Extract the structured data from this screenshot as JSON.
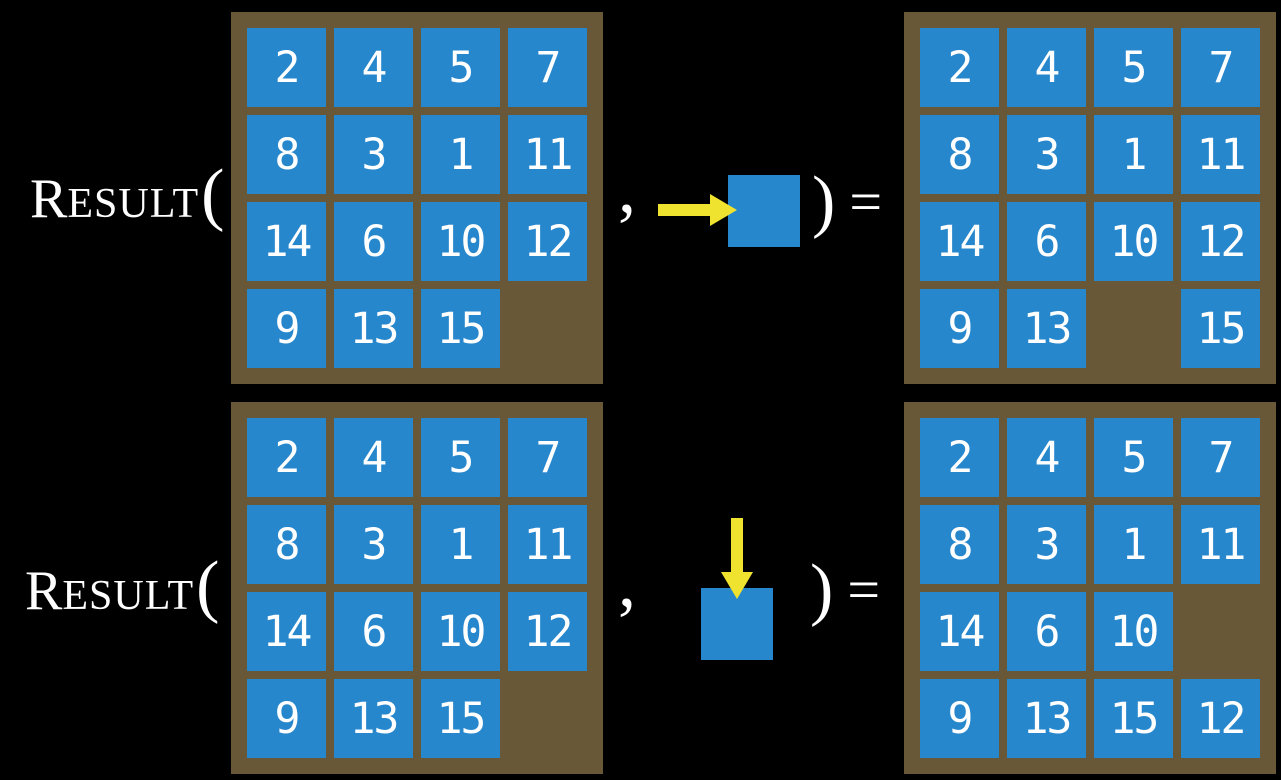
{
  "colors": {
    "background": "#000000",
    "text_white": "#ffffff",
    "tile_blue": "#2787cd",
    "board_brown": "#685838",
    "arrow_yellow": "#efe32f"
  },
  "function": {
    "name_initial": "R",
    "name_rest": "ESULT",
    "open_paren": "(",
    "comma": ",",
    "close_paren": ")",
    "equals": "="
  },
  "rows": [
    {
      "move_direction": "right",
      "start_board": [
        2,
        4,
        5,
        7,
        8,
        3,
        1,
        11,
        14,
        6,
        10,
        12,
        9,
        13,
        15,
        null
      ],
      "result_board": [
        2,
        4,
        5,
        7,
        8,
        3,
        1,
        11,
        14,
        6,
        10,
        12,
        9,
        13,
        null,
        15
      ]
    },
    {
      "move_direction": "down",
      "start_board": [
        2,
        4,
        5,
        7,
        8,
        3,
        1,
        11,
        14,
        6,
        10,
        12,
        9,
        13,
        15,
        null
      ],
      "result_board": [
        2,
        4,
        5,
        7,
        8,
        3,
        1,
        11,
        14,
        6,
        10,
        null,
        9,
        13,
        15,
        12
      ]
    }
  ]
}
